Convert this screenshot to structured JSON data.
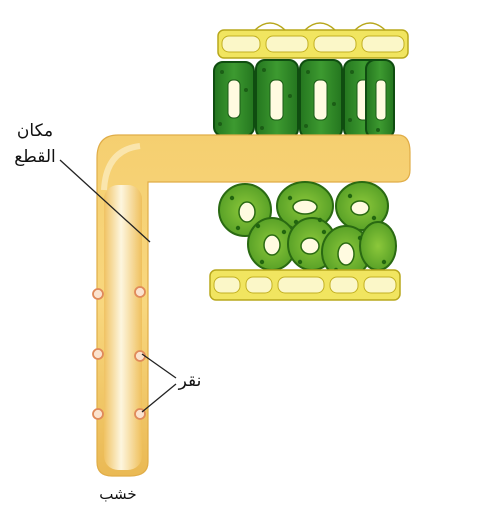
{
  "labels": {
    "cut_site_line1": "مكان",
    "cut_site_line2": "القطع",
    "pits": "نقر",
    "xylem": "خشب"
  },
  "colors": {
    "xylem_tube": "#f3cc6c",
    "xylem_highlight": "#fdf3d3",
    "palisade_green": "#2f8a2a",
    "spongy_green": "#6bb02f",
    "epidermis_yellow": "#eadd4a",
    "pit_color": "#e89a6a",
    "label_line": "#222222"
  }
}
